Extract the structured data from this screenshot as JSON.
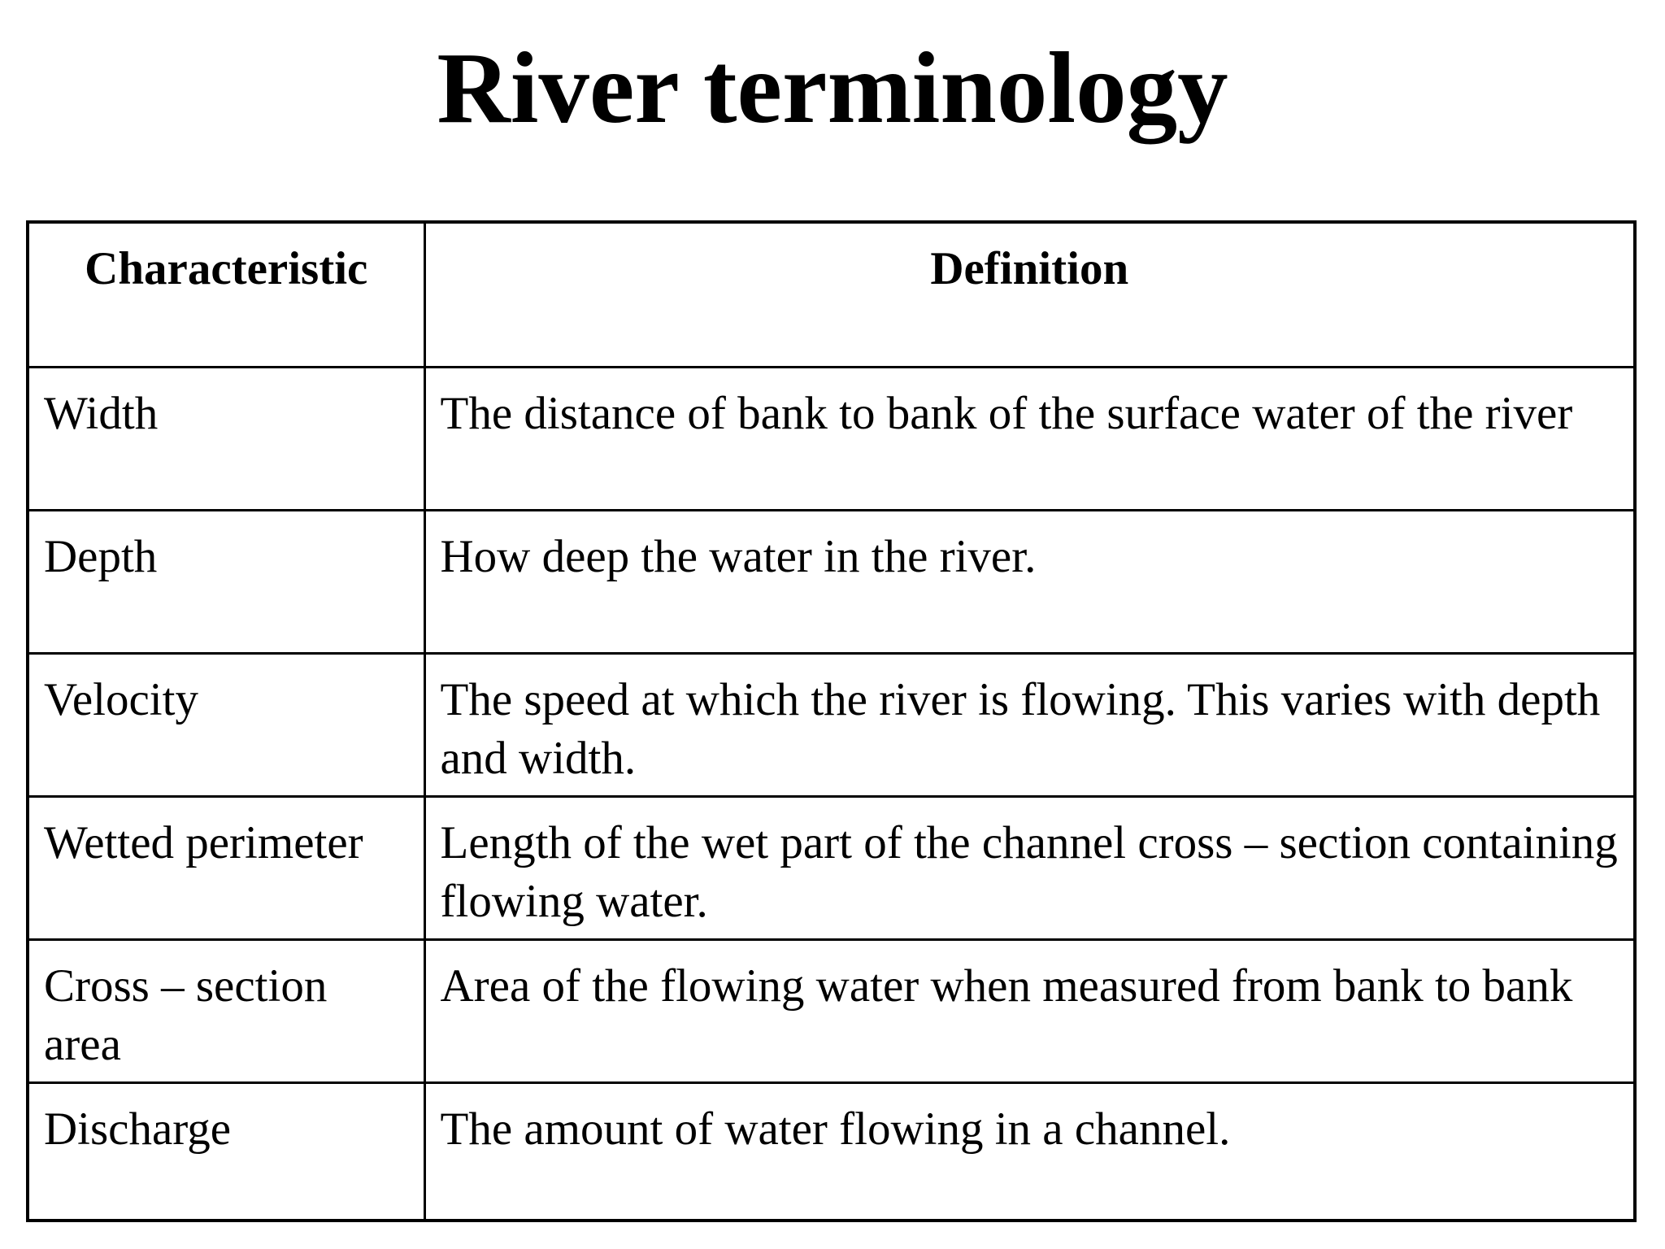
{
  "page": {
    "title": "River terminology"
  },
  "colors": {
    "text": "#000000",
    "background": "#ffffff",
    "border": "#000000"
  },
  "table": {
    "headers": [
      "Characteristic",
      "Definition"
    ],
    "rows": [
      {
        "characteristic": "Width",
        "definition": "The distance of bank to bank of the surface water of the river"
      },
      {
        "characteristic": "Depth",
        "definition": "How deep the water in the river."
      },
      {
        "characteristic": "Velocity",
        "definition": "The speed at which the river is flowing. This varies with depth and width."
      },
      {
        "characteristic": "Wetted perimeter",
        "definition": "Length of the wet part of the channel cross – section containing flowing water."
      },
      {
        "characteristic": "Cross – section area",
        "definition": "Area of the flowing water when measured from bank to bank"
      },
      {
        "characteristic": "Discharge",
        "definition": "The amount of water flowing in a channel."
      }
    ]
  }
}
